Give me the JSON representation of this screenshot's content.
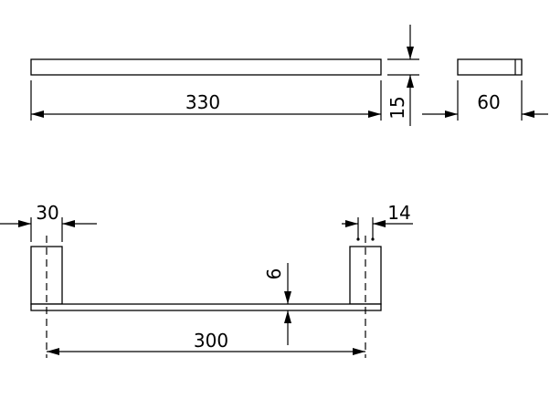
{
  "drawing": {
    "dimensions": {
      "bar_length": "330",
      "bar_height": "15",
      "bar_depth": "60",
      "post_width": "30",
      "post_offset": "14",
      "base_thickness": "6",
      "span_length": "300"
    }
  }
}
